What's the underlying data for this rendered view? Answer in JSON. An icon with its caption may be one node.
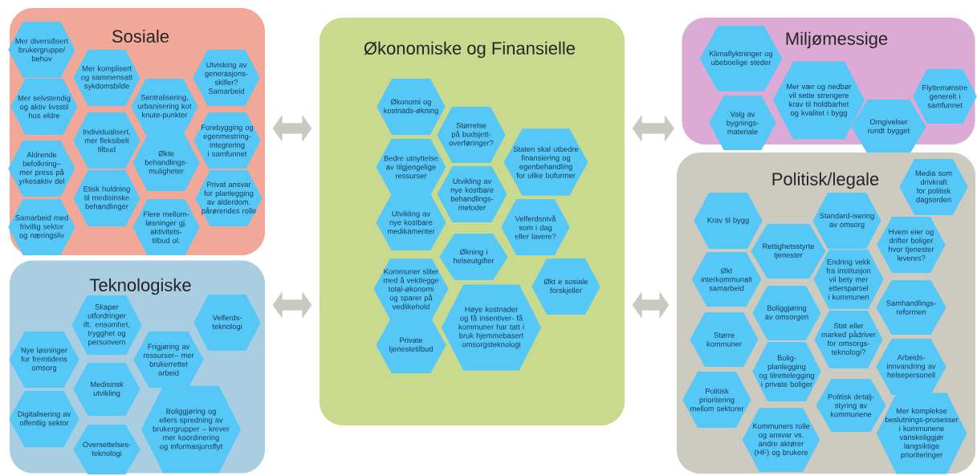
{
  "diagram": {
    "nodes": [
      {
        "text": [
          "Sosiale"
        ]
      },
      {
        "text": [
          "Mer diversifisert brukergruppe/ behov"
        ],
        "in": 0
      },
      {
        "text": [
          "Mer komplisert og sammensatt sykdomsbilde"
        ],
        "in": 0
      },
      {
        "text": [
          "Utvisking av generasjons-skiller? Samarbeid"
        ],
        "in": 0
      },
      {
        "text": [
          "Mer selvstendig og aktiv livsstil hos eldre"
        ],
        "in": 0
      },
      {
        "text": [
          "Sentralisering, urbanisering kot knute-punkter"
        ],
        "in": 0
      },
      {
        "text": [
          "Individualisert, mer fleksibelt tilbud"
        ],
        "in": 0
      },
      {
        "text": [
          "Forebygging og egenmestring-integrering i samfunnet"
        ],
        "in": 0
      },
      {
        "text": [
          "Aldrende befolkning– mer press på yrkesaktiv del"
        ],
        "in": 0
      },
      {
        "text": [
          "Økte behandlings-muligheter"
        ],
        "in": 0
      },
      {
        "text": [
          "Etisk holdning til medisinske behandlinger"
        ],
        "in": 0
      },
      {
        "text": [
          "Privat ansvar for planlegging av alderdom. pårørendes rolle"
        ],
        "in": 0
      },
      {
        "text": [
          "Samarbeid med frivillig sektor og næringsliv"
        ],
        "in": 0
      },
      {
        "text": [
          "Flere mellom-løsninger gj. aktivitets-tilbud ol."
        ],
        "in": 0
      },
      {
        "text": [
          "Økonomiske og Finansielle"
        ]
      },
      {
        "text": [
          "Økonomi og kostnads-økning"
        ],
        "in": 14
      },
      {
        "text": [
          "Størrelse på budsjett-overføringer?"
        ],
        "in": 14
      },
      {
        "text": [
          "Staten skal utbedre finansiering og egenbehandling for ulike boformer"
        ],
        "in": 14
      },
      {
        "text": [
          "Bedre utnyttelse av tilgjengelige ressurser"
        ],
        "in": 14
      },
      {
        "text": [
          "Utvikling av nye kostbare behandlings-metoder"
        ],
        "in": 14
      },
      {
        "text": [
          "Utvikling av nye kostbare medikamenter"
        ],
        "in": 14
      },
      {
        "text": [
          "Velferdsnivå som i dag eller lavere?"
        ],
        "in": 14
      },
      {
        "text": [
          "Økning i helseutgifter"
        ],
        "in": 14
      },
      {
        "text": [
          "Kommuner sliter med å vektlegge total-økonomi og sparer på vedlikehold"
        ],
        "in": 14
      },
      {
        "text": [
          "Økt e sosiale forskjeller"
        ],
        "in": 14
      },
      {
        "text": [
          "Høye kostnader og få insentiver- få kommuner har tatt i bruk hjemmebasert omsorgsteknologi"
        ],
        "in": 14
      },
      {
        "text": [
          "Private tjenestetilbud"
        ],
        "in": 14
      },
      {
        "text": [
          "Miljømessige"
        ]
      },
      {
        "text": [
          "Klimaflyktninger og ubeboelige steder"
        ],
        "in": 27
      },
      {
        "text": [
          "Mer vær og nedbør vil sette strengere krav til holdbarhet og kvalitet i bygg"
        ],
        "in": 27
      },
      {
        "text": [
          "Flyttemønstre generelt i samfunnet"
        ],
        "in": 27
      },
      {
        "text": [
          "Valg av bygnings-materiale"
        ],
        "in": 27
      },
      {
        "text": [
          "Omgivelser rundt bygget"
        ],
        "in": 27
      },
      {
        "text": [
          "Teknologiske"
        ]
      },
      {
        "text": [
          "Skaper utfordringer ift. ensomhet, trygghet og personvern"
        ],
        "in": 33
      },
      {
        "text": [
          "Velferds-teknologi"
        ],
        "in": 33
      },
      {
        "text": [
          "Nye løsninger for fremtidens omsorg"
        ],
        "in": 33
      },
      {
        "text": [
          "Frigjøring av ressurser– mer brukerrettet arbeid"
        ],
        "in": 33
      },
      {
        "text": [
          "Medisinsk utvikling"
        ],
        "in": 33
      },
      {
        "text": [
          "Digitalisering av offentlig sektor"
        ],
        "in": 33
      },
      {
        "text": [
          "Boliggjøring og ellers spredning av brukergrupper – krever mer koordinering og informasjonsflyt"
        ],
        "in": 33
      },
      {
        "text": [
          "Oversettelses-teknologi"
        ],
        "in": 33
      },
      {
        "text": [
          "Politisk/legale"
        ]
      },
      {
        "text": [
          "Media som drivkraft for politisk dagsorden"
        ],
        "in": 42
      },
      {
        "text": [
          "Krav til bygg"
        ],
        "in": 42
      },
      {
        "text": [
          "Standard-isering av omsorg"
        ],
        "in": 42
      },
      {
        "text": [
          "Hvem eier og drifter boliger hvor tjenester leveres?"
        ],
        "in": 42
      },
      {
        "text": [
          "Rettighetsstyrte tjenester"
        ],
        "in": 42
      },
      {
        "text": [
          "Økt interkommunalt samarbeid"
        ],
        "in": 42
      },
      {
        "text": [
          "Endring vekk fra institusjon vil bety mer etterspørsel i kommunen"
        ],
        "in": 42
      },
      {
        "text": [
          "Boliggjøring av omsorgen"
        ],
        "in": 42
      },
      {
        "text": [
          "Samhandlings-reformen"
        ],
        "in": 42
      },
      {
        "text": [
          "Større kommuner"
        ],
        "in": 42
      },
      {
        "text": [
          "Stat eller marked pådriver for omsorgs-teknologi?"
        ],
        "in": 42
      },
      {
        "text": [
          "Bolig-planlegging og tilrettelegging i private boliger"
        ],
        "in": 42
      },
      {
        "text": [
          "Arbeids-innvandring av helsepersonell"
        ],
        "in": 42
      },
      {
        "text": [
          "Politisk prioritering mellom sektorer"
        ],
        "in": 42
      },
      {
        "text": [
          "Politisk detalj-styring av kommunene"
        ],
        "in": 42
      },
      {
        "text": [
          "Kommuners rolle og ansvar vs. andre aktører (HF) og brukere"
        ],
        "in": 42
      },
      {
        "text": [
          "Mer komplekse beslutnings-prosesser i kommunene vanskeliggjør langsiktige prioriteringer"
        ],
        "in": 42
      }
    ],
    "edges": [
      {
        "from": 0,
        "to": 14,
        "arrow": "both"
      },
      {
        "from": 33,
        "to": 14,
        "arrow": "both"
      },
      {
        "from": 14,
        "to": 27,
        "arrow": "both"
      },
      {
        "from": 14,
        "to": 42,
        "arrow": "both"
      }
    ]
  }
}
